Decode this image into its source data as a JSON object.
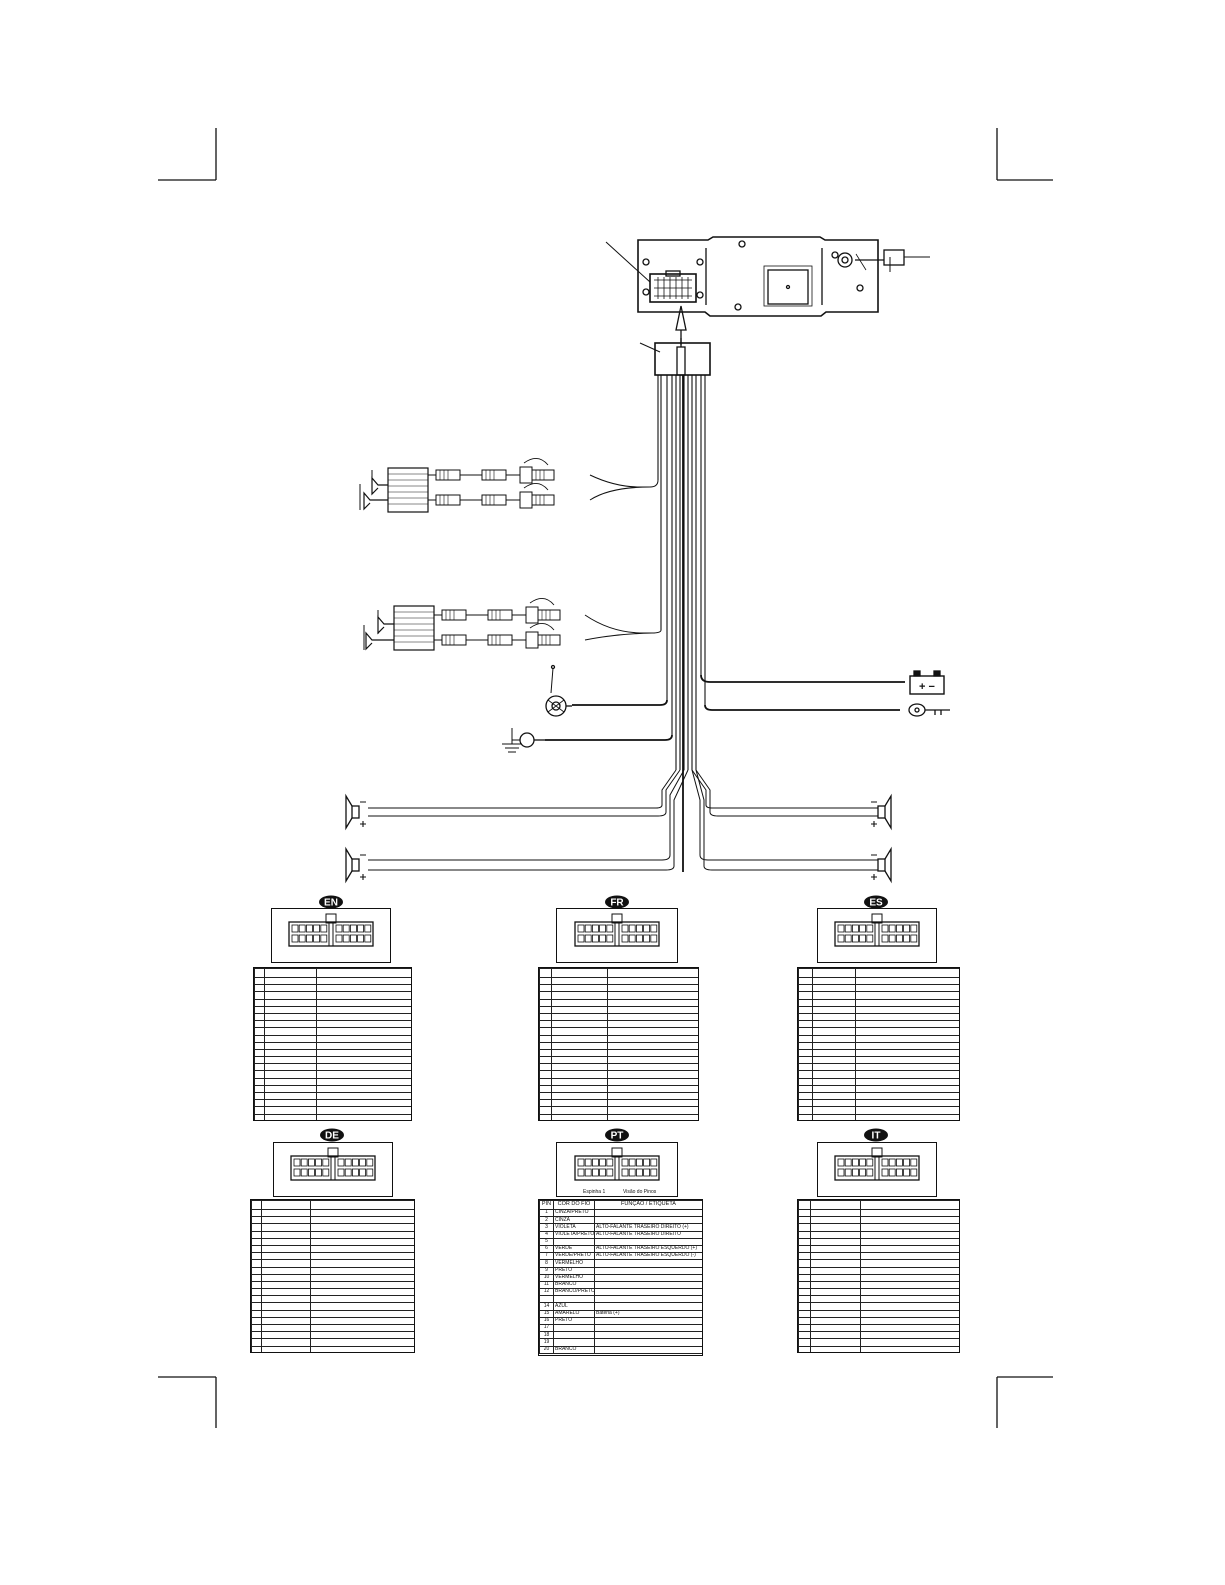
{
  "languages": [
    "EN",
    "FR",
    "ES",
    "DE",
    "PT",
    "IT"
  ],
  "battery_symbol": "+ −",
  "speaker_polarity": {
    "plus": "+",
    "minus": "−"
  },
  "icons": {
    "head_unit": "head-unit-rear-chassis-icon",
    "amplifier": "amplifier-icon",
    "rca": "rca-plug-icon",
    "antenna": "antenna-icon",
    "ground": "ground-symbol-icon",
    "battery": "battery-icon",
    "ignition_key": "ignition-key-icon",
    "speaker": "speaker-icon"
  },
  "pt_connector": {
    "left_caption": "Espinha 1",
    "right_caption": "Visão do Pinos"
  },
  "pt_table": {
    "headers": [
      "PIN",
      "COR DO FIO",
      "FUNÇÃO / ETIQUETA"
    ],
    "rows": [
      [
        "1",
        "CINZA/PRETO",
        ""
      ],
      [
        "2",
        "CINZA",
        ""
      ],
      [
        "3",
        "VIOLETA",
        "ALTO-FALANTE TRASEIRO DIREITO (+)"
      ],
      [
        "4",
        "VIOLETA/PRETO",
        "ALTO-FALANTE TRASEIRO DIREITO"
      ],
      [
        "5",
        "",
        ""
      ],
      [
        "6",
        "VERDE",
        "ALTO-FALANTE TRASEIRO ESQUERDO (+)"
      ],
      [
        "7",
        "VERDE/PRETO",
        "ALTO-FALANTE TRASEIRO ESQUERDO (-)"
      ],
      [
        "8",
        "VERMELHO",
        ""
      ],
      [
        "9",
        "PRETO",
        ""
      ],
      [
        "10",
        "VERMELHO",
        ""
      ],
      [
        "11",
        "BRANCO",
        ""
      ],
      [
        "12",
        "BRANCO/PRETO",
        ""
      ],
      [
        "",
        "",
        ""
      ],
      [
        "14",
        "AZUL",
        ""
      ],
      [
        "15",
        "AMARELO",
        "Bateria (+)"
      ],
      [
        "16",
        "PRETO",
        ""
      ],
      [
        "17",
        "",
        ""
      ],
      [
        "18",
        "",
        ""
      ],
      [
        "19",
        "",
        ""
      ],
      [
        "20",
        "BRANCO",
        ""
      ]
    ]
  }
}
